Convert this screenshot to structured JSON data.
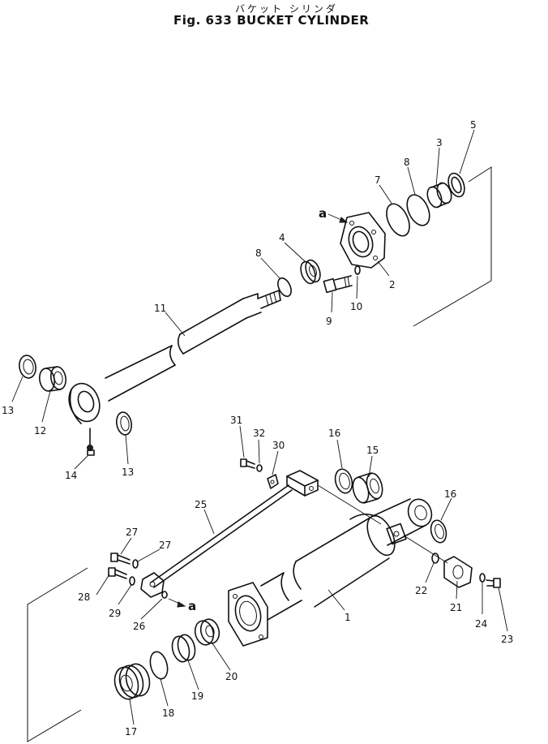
{
  "header": {
    "title_jp": "バケット シリンダ",
    "title": "Fig. 633  BUCKET  CYLINDER"
  },
  "callouts": [
    {
      "id": "1",
      "text": "1"
    },
    {
      "id": "2",
      "text": "2"
    },
    {
      "id": "3",
      "text": "3"
    },
    {
      "id": "4",
      "text": "4"
    },
    {
      "id": "5",
      "text": "5"
    },
    {
      "id": "7",
      "text": "7"
    },
    {
      "id": "8a",
      "text": "8"
    },
    {
      "id": "8b",
      "text": "8"
    },
    {
      "id": "9",
      "text": "9"
    },
    {
      "id": "10",
      "text": "10"
    },
    {
      "id": "11",
      "text": "11"
    },
    {
      "id": "12",
      "text": "12"
    },
    {
      "id": "13a",
      "text": "13"
    },
    {
      "id": "13b",
      "text": "13"
    },
    {
      "id": "14",
      "text": "14"
    },
    {
      "id": "15",
      "text": "15"
    },
    {
      "id": "16a",
      "text": "16"
    },
    {
      "id": "16b",
      "text": "16"
    },
    {
      "id": "17",
      "text": "17"
    },
    {
      "id": "18",
      "text": "18"
    },
    {
      "id": "19",
      "text": "19"
    },
    {
      "id": "20",
      "text": "20"
    },
    {
      "id": "21",
      "text": "21"
    },
    {
      "id": "22",
      "text": "22"
    },
    {
      "id": "23",
      "text": "23"
    },
    {
      "id": "24",
      "text": "24"
    },
    {
      "id": "25",
      "text": "25"
    },
    {
      "id": "26",
      "text": "26"
    },
    {
      "id": "27a",
      "text": "27"
    },
    {
      "id": "27b",
      "text": "27"
    },
    {
      "id": "28",
      "text": "28"
    },
    {
      "id": "29",
      "text": "29"
    },
    {
      "id": "30",
      "text": "30"
    },
    {
      "id": "31",
      "text": "31"
    },
    {
      "id": "32",
      "text": "32"
    }
  ],
  "markers": {
    "ref_a_top": "a",
    "ref_a_bottom": "a"
  }
}
